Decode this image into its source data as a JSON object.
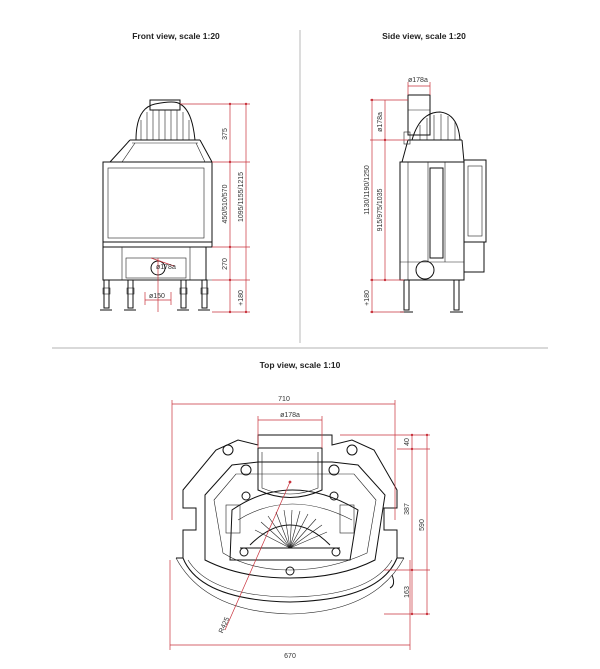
{
  "views": {
    "front": {
      "title": "Front view, scale 1:20"
    },
    "side": {
      "title": "Side view, scale 1:20"
    },
    "top": {
      "title": "Top view, scale 1:10"
    }
  },
  "front_dims": {
    "top": "375",
    "middle": "450/510/570",
    "overall": "1095/1155/1215",
    "lower": "270",
    "legs": "+180",
    "flue": "ø178a",
    "inlet": "ø150"
  },
  "side_dims": {
    "flue_top": "ø178a",
    "flue_side": "ø178a",
    "overall": "1130/1190/1250",
    "body": "915/975/1035",
    "legs": "+180"
  },
  "top_dims": {
    "width": "710",
    "flue": "ø178a",
    "d40": "40",
    "d387": "387",
    "d590": "590",
    "d163": "163",
    "radius": "R425",
    "bottom": "670"
  },
  "colors": {
    "dimension": "#c8323c",
    "drawing": "#111111",
    "separator": "#9a9a9a"
  }
}
